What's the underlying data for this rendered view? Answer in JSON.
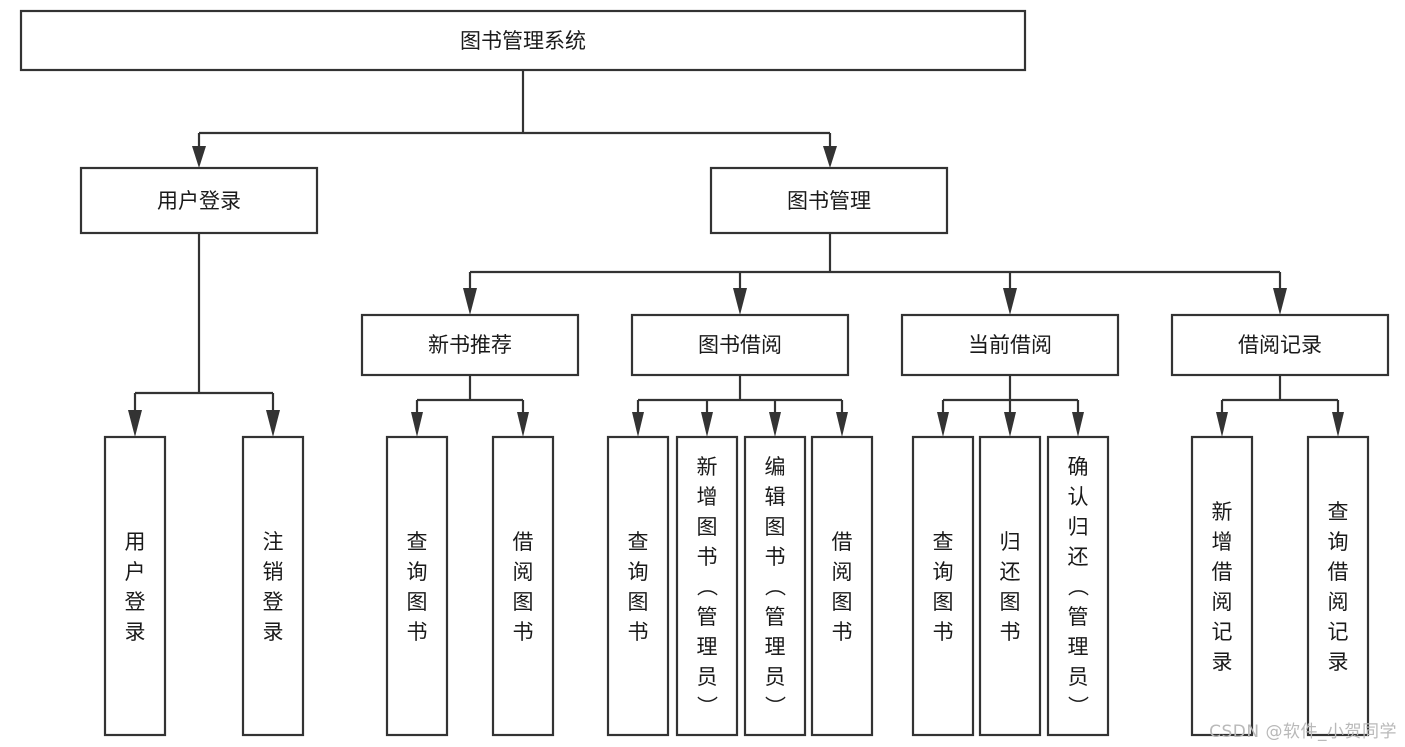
{
  "diagram": {
    "title": "图书管理系统",
    "type": "tree-hierarchy-diagram",
    "watermark": "CSDN @软件_小贺同学",
    "colors": {
      "background": "#ffffff",
      "box_fill": "#ffffff",
      "box_stroke": "#333333",
      "text": "#1a1a1a",
      "watermark": "#b9b9b9"
    },
    "root": {
      "id": "root",
      "label": "图书管理系统",
      "orientation": "horizontal"
    },
    "level2": [
      {
        "id": "user-login",
        "label": "用户登录",
        "orientation": "horizontal"
      },
      {
        "id": "book-management",
        "label": "图书管理",
        "orientation": "horizontal"
      }
    ],
    "level3": [
      {
        "id": "new-book-recommend",
        "label": "新书推荐",
        "orientation": "horizontal",
        "parent": "book-management"
      },
      {
        "id": "book-borrow",
        "label": "图书借阅",
        "orientation": "horizontal",
        "parent": "book-management"
      },
      {
        "id": "current-borrow",
        "label": "当前借阅",
        "orientation": "horizontal",
        "parent": "book-management"
      },
      {
        "id": "borrow-record",
        "label": "借阅记录",
        "orientation": "horizontal",
        "parent": "book-management"
      }
    ],
    "leaves": [
      {
        "id": "leaf-user-login",
        "label": "用户登录",
        "orientation": "vertical",
        "parent": "user-login"
      },
      {
        "id": "leaf-logout-login",
        "label": "注销登录",
        "orientation": "vertical",
        "parent": "user-login"
      },
      {
        "id": "leaf-query-books-1",
        "label": "查询图书",
        "orientation": "vertical",
        "parent": "new-book-recommend"
      },
      {
        "id": "leaf-borrow-books-1",
        "label": "借阅图书",
        "orientation": "vertical",
        "parent": "new-book-recommend"
      },
      {
        "id": "leaf-query-books-2",
        "label": "查询图书",
        "orientation": "vertical",
        "parent": "book-borrow"
      },
      {
        "id": "leaf-add-book-admin",
        "label": "新增图书（管理员）",
        "orientation": "vertical",
        "parent": "book-borrow"
      },
      {
        "id": "leaf-edit-book-admin",
        "label": "编辑图书（管理员）",
        "orientation": "vertical",
        "parent": "book-borrow"
      },
      {
        "id": "leaf-borrow-books-2",
        "label": "借阅图书",
        "orientation": "vertical",
        "parent": "book-borrow"
      },
      {
        "id": "leaf-query-books-3",
        "label": "查询图书",
        "orientation": "vertical",
        "parent": "current-borrow"
      },
      {
        "id": "leaf-return-books",
        "label": "归还图书",
        "orientation": "vertical",
        "parent": "current-borrow"
      },
      {
        "id": "leaf-confirm-return-admin",
        "label": "确认归还（管理员）",
        "orientation": "vertical",
        "parent": "current-borrow"
      },
      {
        "id": "leaf-add-borrow-record",
        "label": "新增借阅记录",
        "orientation": "vertical",
        "parent": "borrow-record"
      },
      {
        "id": "leaf-query-borrow-record",
        "label": "查询借阅记录",
        "orientation": "vertical",
        "parent": "borrow-record"
      }
    ]
  }
}
